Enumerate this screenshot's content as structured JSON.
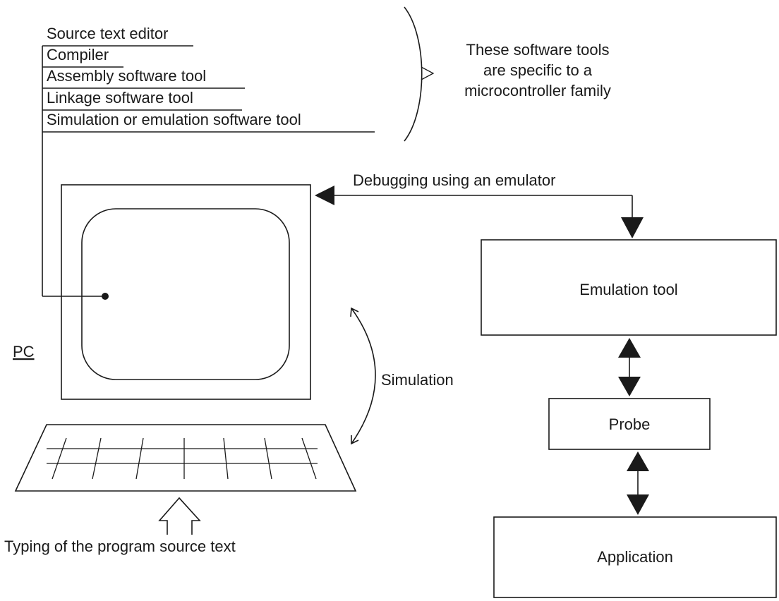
{
  "tools": {
    "items": [
      "Source text editor",
      "Compiler",
      "Assembly software tool",
      "Linkage  software tool",
      "Simulation or emulation  software tool"
    ],
    "note_lines": [
      "These  software tools",
      "are specific to a",
      "microcontroller family"
    ]
  },
  "labels": {
    "debugging": "Debugging using an emulator",
    "pc": "PC",
    "simulation": "Simulation",
    "typing": "Typing of the program source text"
  },
  "boxes": {
    "emulation_tool": "Emulation tool",
    "probe": "Probe",
    "application": "Application"
  },
  "colors": {
    "ink": "#1a1a1a",
    "background": "#ffffff"
  }
}
